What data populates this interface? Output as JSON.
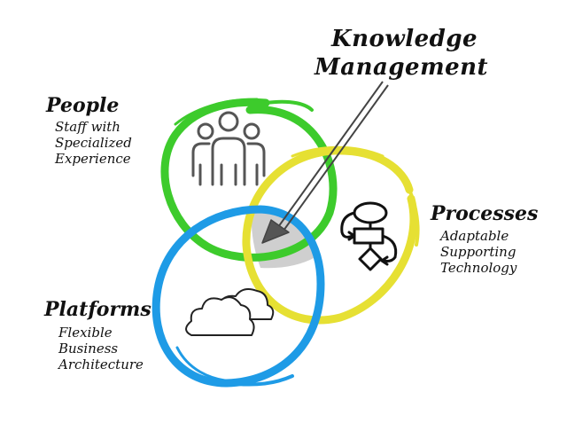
{
  "title": {
    "line1": "Knowledge",
    "line2": "Management"
  },
  "people": {
    "heading": "People",
    "lines": [
      "Staff with",
      "Specialized",
      "Experience"
    ]
  },
  "processes": {
    "heading": "Processes",
    "lines": [
      "Adaptable",
      "Supporting",
      "Technology"
    ]
  },
  "platforms": {
    "heading": "Platforms",
    "lines": [
      "Flexible",
      "Business",
      "Architecture"
    ]
  },
  "colors": {
    "people_circle": "#3dcb2c",
    "processes_circle": "#e6e033",
    "platforms_circle": "#1e9be6",
    "intersection": "#cfcfcf",
    "ink": "#111111"
  },
  "icons": {
    "people": "people-group-icon",
    "processes": "flowchart-icon",
    "platforms": "cloud-icon"
  }
}
